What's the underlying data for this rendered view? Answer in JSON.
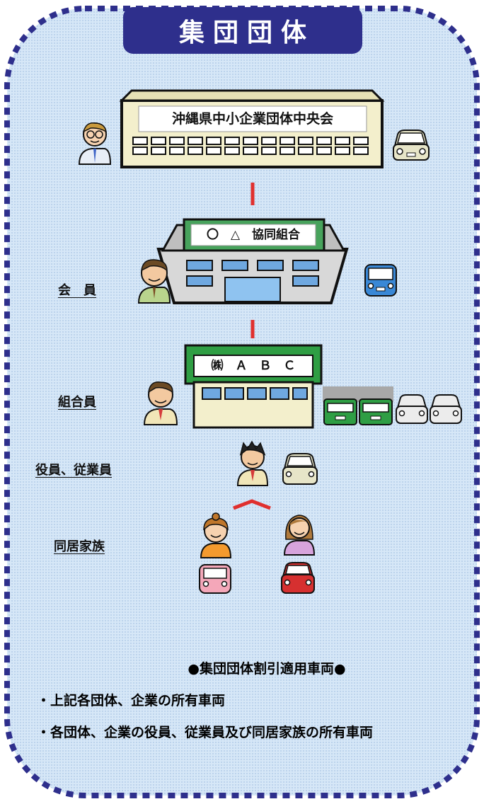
{
  "title": "集団団体",
  "organizations": {
    "central": {
      "name": "沖縄県中小企業団体中央会"
    },
    "cooperative": {
      "name": "〇　△　協同組合"
    },
    "company": {
      "name": "㈱　Ａ　Ｂ　Ｃ"
    }
  },
  "labels": {
    "member": "会　員",
    "union_member": "組合員",
    "officers": "役員、従業員",
    "family": "同居家族"
  },
  "notes": {
    "title": "●集団団体割引適用車両●",
    "items": [
      "上記各団体、企業の所有車両",
      "各団体、企業の役員、従業員及び同居家族の所有車両"
    ],
    "bullet": "・"
  },
  "colors": {
    "frame_dashes": "#2e2f8c",
    "background": "#cfe2f5",
    "connector": "#e0302e",
    "title_bg": "#2e2f8c",
    "building_green": "#2f9e44"
  }
}
